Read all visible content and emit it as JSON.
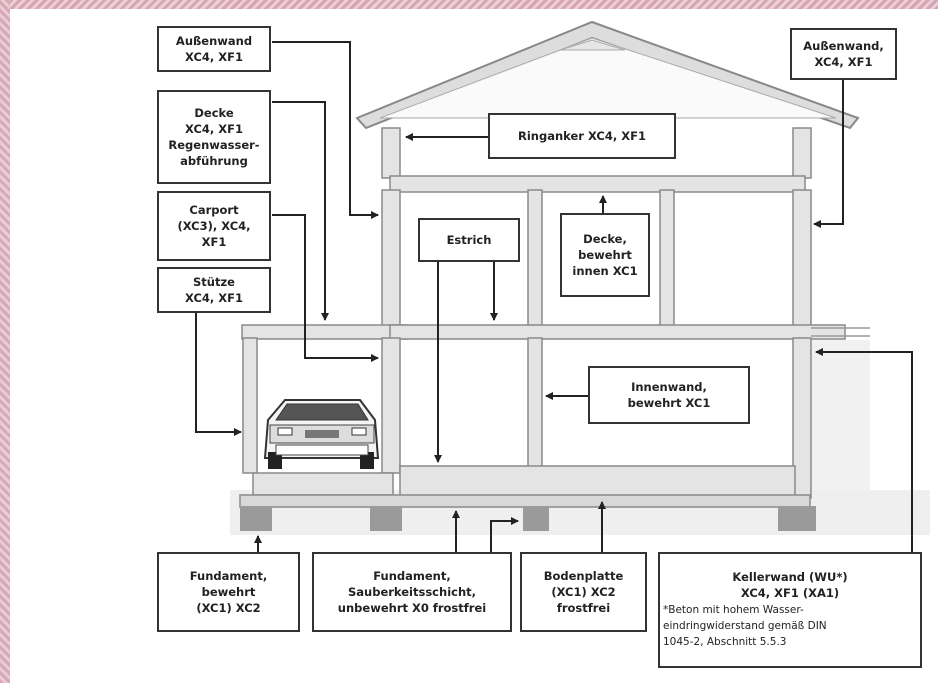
{
  "labels": {
    "aussenwand_left": "Außenwand\nXC4, XF1",
    "decke_top": "Decke\nXC4, XF1\nRegenwasser-\nabführung",
    "carport": "Carport\n(XC3), XC4,\nXF1",
    "stuetze": "Stütze\nXC4, XF1",
    "ringanker": "Ringanker XC4, XF1",
    "aussenwand_right": "Außenwand,\nXC4, XF1",
    "estrich": "Estrich",
    "decke_innen": "Decke,\nbewehrt\ninnen XC1",
    "innenwand": "Innenwand,\nbewehrt XC1",
    "fundament_bewehrt": "Fundament,\nbewehrt\n(XC1) XC2",
    "fundament_sauber": "Fundament,\nSauberkeitsschicht,\nunbewehrt X0 frostfrei",
    "bodenplatte": "Bodenplatte\n(XC1) XC2\nfrostfrei",
    "kellerwand": "Kellerwand (WU*)\nXC4, XF1 (XA1)",
    "kellerwand_note": "*Beton mit hohem Wasser-\neindringwiderstand gemäß DIN\n1045-2, Abschnitt 5.5.3"
  },
  "colors": {
    "structure_fill": "#e4e4e4",
    "structure_stroke": "#8a8a8a",
    "line": "#222222",
    "ground": "#eeeeee"
  },
  "icons": [
    "car-icon"
  ]
}
